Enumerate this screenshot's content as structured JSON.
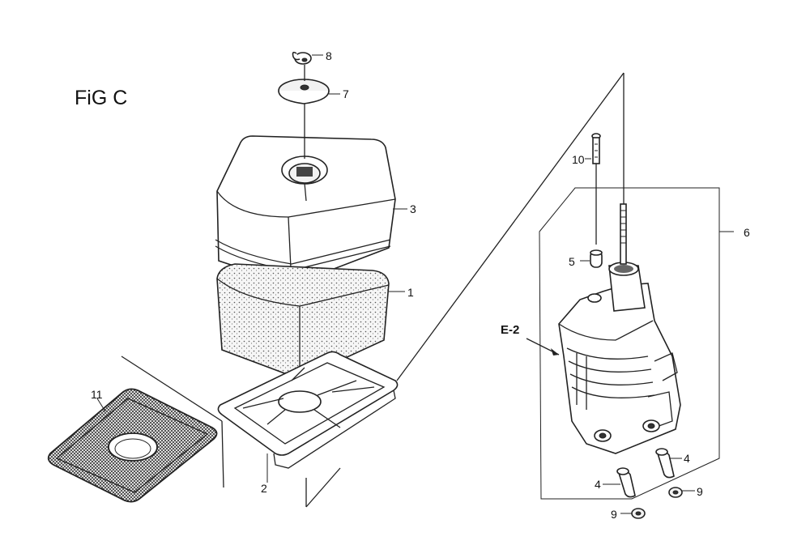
{
  "figure": {
    "title": "FiG C",
    "callouts": {
      "p1": "1",
      "p2": "2",
      "p3": "3",
      "p4a": "4",
      "p4b": "4",
      "p5": "5",
      "p6": "6",
      "p7": "7",
      "p8": "8",
      "p9a": "9",
      "p9b": "9",
      "p10": "10",
      "p11": "11"
    },
    "reference": "E-2"
  }
}
